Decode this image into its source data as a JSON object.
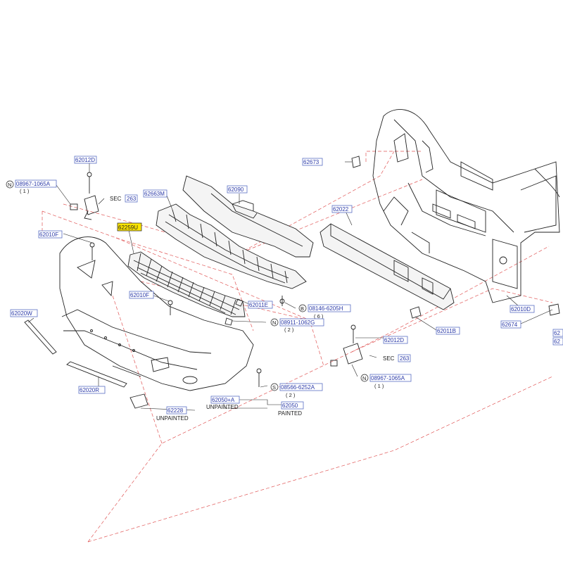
{
  "labels": {
    "p62012D_top": "62012D",
    "p08967_top": "08967-1065A",
    "qty1_top": "( 1 )",
    "n_top": "N",
    "sec_top": "SEC",
    "sec_top_num": "263",
    "p62663M": "62663M",
    "p62090": "62090",
    "p62259U": "62259U",
    "p62010F_left": "62010F",
    "p62010F_mid": "62010F",
    "p62020W": "62020W",
    "p62020R": "62020R",
    "p62011E": "62011E",
    "p08146": "08146-6205H",
    "qty6": "( 6 )",
    "b_label": "B",
    "p08911": "08911-1062G",
    "qty2_n": "( 2 )",
    "n_mid": "N",
    "p62012D_bot": "62012D",
    "sec_bot": "SEC",
    "sec_bot_num": "263",
    "p08967_bot": "08967-1065A",
    "qty1_bot": "( 1 )",
    "n_bot": "N",
    "p08566": "08566-6252A",
    "qty2_s": "( 2 )",
    "s_label": "S",
    "p62050A": "62050+A",
    "unpainted1": "UNPAINTED",
    "p62050": "62050",
    "painted": "PAINTED",
    "p62228": "62228",
    "unpainted2": "UNPAINTED",
    "p62673": "62673",
    "p62022": "62022",
    "p62010D": "62010D",
    "p62011B": "62011B",
    "p62674": "62674",
    "p62_edge1": "62",
    "p62_edge2": "62"
  },
  "colors": {
    "label_text": "#2b3aa8",
    "label_box": "#5a6fc4",
    "highlight": "#ffe600",
    "dashed_guides": "#e05555",
    "line_art": "#222222"
  }
}
